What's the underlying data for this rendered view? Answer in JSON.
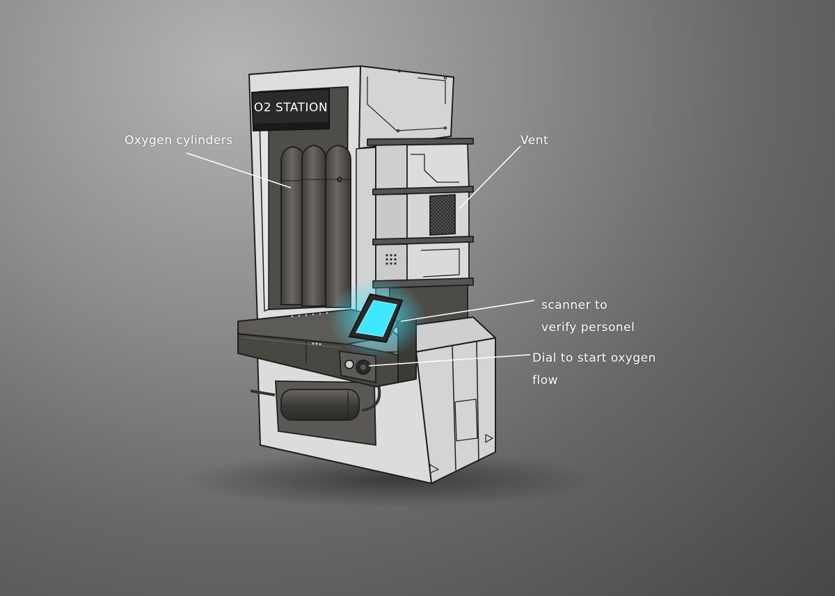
{
  "sign": {
    "text": "O2 STATION"
  },
  "callouts": {
    "cylinders": "Oxygen cylinders",
    "vent": "Vent",
    "scanner_line1": "scanner to",
    "scanner_line2": "verify personel",
    "dial_line1": "Dial to start oxygen",
    "dial_line2": "flow"
  },
  "colors": {
    "panel_white": "#dcdcdc",
    "panel_shadow": "#b9b9b9",
    "dark_metal": "#4a4844",
    "cylinder": "#5d5a55",
    "screen_glow": "#3ee8ff",
    "outline": "#1e1e1e",
    "label_text": "#ffffff"
  }
}
